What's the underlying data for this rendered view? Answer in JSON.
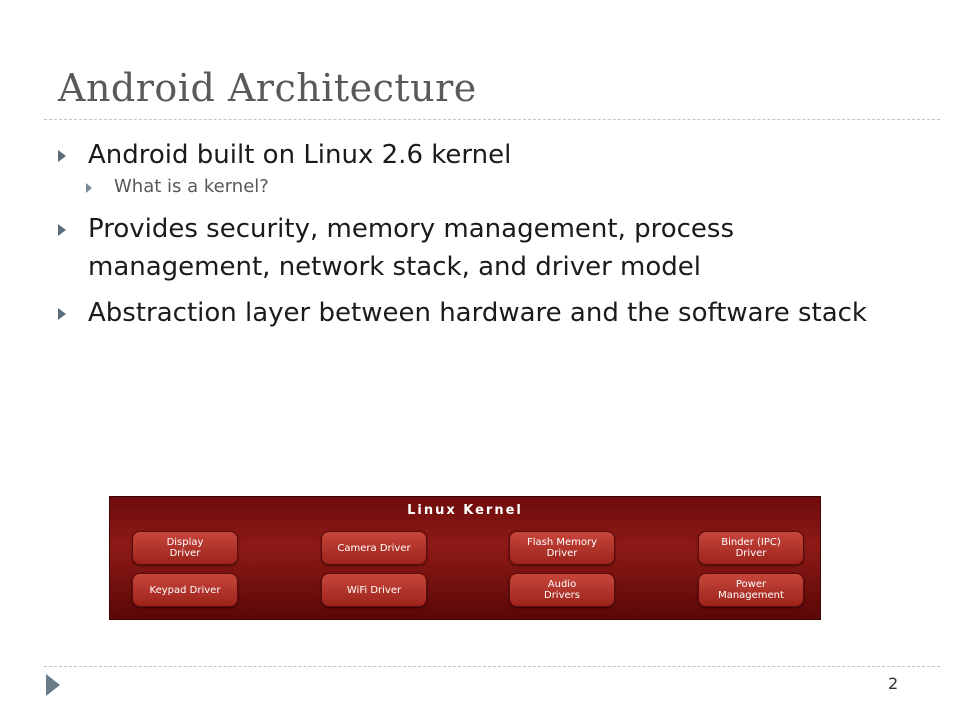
{
  "slide": {
    "title": "Android Architecture",
    "page_number": "2",
    "bullets": [
      {
        "text": "Android built on Linux 2.6 kernel",
        "level": 1
      },
      {
        "text": "What is a kernel?",
        "level": 2
      },
      {
        "text": "Provides security, memory management, process management, network stack, and driver model",
        "level": 1
      },
      {
        "text": "Abstraction layer between hardware and the software stack",
        "level": 1
      }
    ]
  },
  "kernel_diagram": {
    "title": "Linux Kernel",
    "drivers": [
      "Display\nDriver",
      "Camera Driver",
      "Flash Memory\nDriver",
      "Binder (IPC)\nDriver",
      "Keypad Driver",
      "WiFi Driver",
      "Audio\nDrivers",
      "Power\nManagement"
    ]
  },
  "colors": {
    "title": "#58595b",
    "kernel_bg": "#7a1210",
    "driver_bg": "#b3342b",
    "bullet_arrow": "#5b6d7a"
  }
}
